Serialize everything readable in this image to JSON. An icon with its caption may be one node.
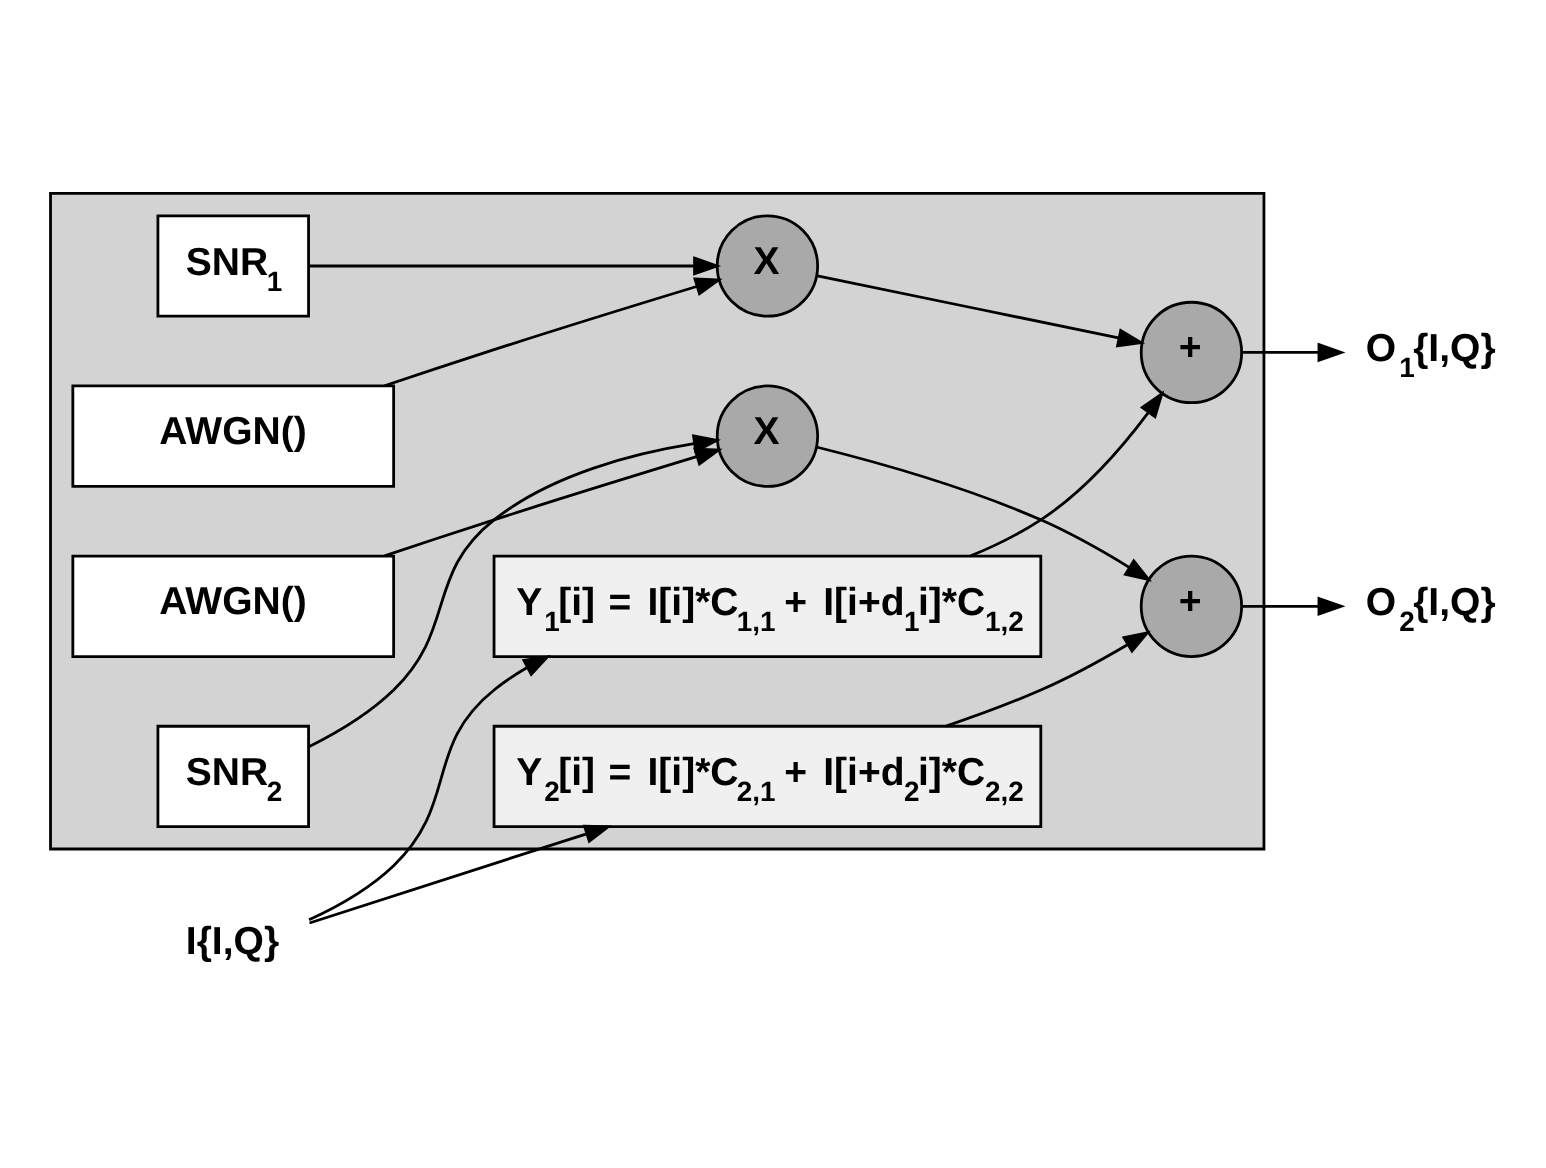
{
  "diagram": {
    "nodes": [
      {
        "text": [],
        "shape": "box"
      },
      {
        "text": [
          "SNR$_{1}$"
        ],
        "in": 0
      },
      {
        "text": [
          "AWGN()"
        ],
        "in": 0
      },
      {
        "text": [
          "X"
        ],
        "in": 0
      },
      {
        "text": [
          "+"
        ],
        "in": 0
      },
      {
        "text": [
          "Y$_{1}$[i] = I[i]*C$_{1,1}$ + I[i+d$_{1}$i]*C$_{1,2}$"
        ],
        "in": 0
      },
      {
        "text": [
          "Y$_{2}$[i] = I[i]*C$_{2,1}$ + I[i+d$_{2}$i]*C$_{2,2}$"
        ],
        "in": 0
      },
      {
        "text": [
          "+"
        ],
        "in": 0
      },
      {
        "text": [
          "AWGN()"
        ],
        "in": 0
      },
      {
        "text": [
          "X"
        ],
        "in": 0
      },
      {
        "text": [
          "SNR$_{2}$"
        ],
        "in": 0
      },
      {
        "text": [
          "I{I,Q}"
        ]
      },
      {
        "text": [
          "O$_{1}${I,Q}"
        ]
      },
      {
        "text": [
          "O$_{2}${I,Q}"
        ]
      }
    ],
    "edges": [
      {
        "from": 1,
        "to": 3,
        "arrow": "to"
      },
      {
        "from": 2,
        "to": 3,
        "arrow": "to"
      },
      {
        "from": 3,
        "to": 4,
        "arrow": "to"
      },
      {
        "from": 5,
        "to": 4,
        "arrow": "to"
      },
      {
        "from": 4,
        "to": 12,
        "arrow": "to"
      },
      {
        "from": 11,
        "to": 5,
        "arrow": "to"
      },
      {
        "from": 11,
        "to": 6,
        "arrow": "to"
      },
      {
        "from": 6,
        "to": 7,
        "arrow": "to"
      },
      {
        "from": 7,
        "to": 13,
        "arrow": "to"
      },
      {
        "from": 8,
        "to": 9,
        "arrow": "to"
      },
      {
        "from": 10,
        "to": 9,
        "arrow": "to"
      },
      {
        "from": 9,
        "to": 7,
        "arrow": "to"
      }
    ]
  }
}
